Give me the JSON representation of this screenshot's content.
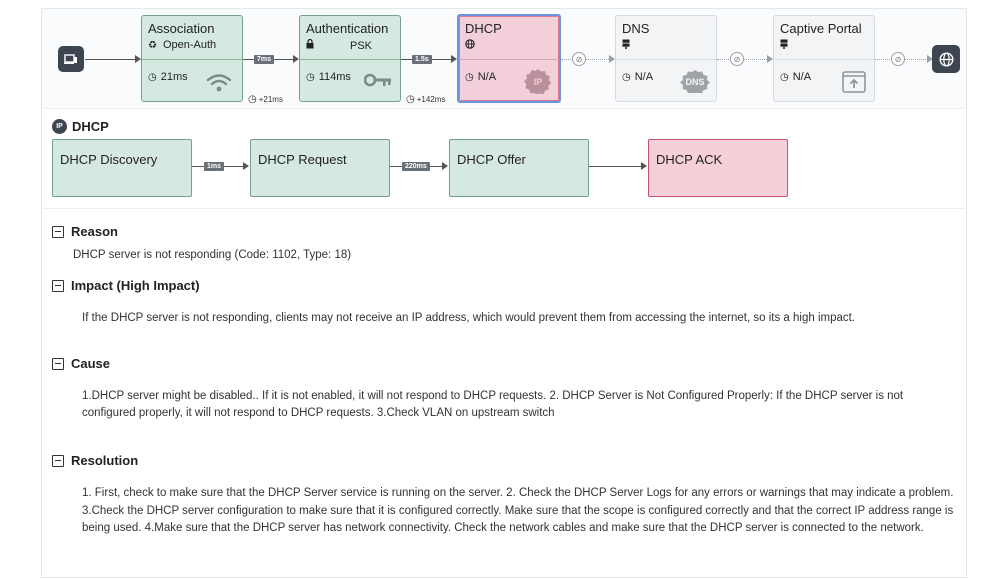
{
  "flow": {
    "stages": [
      {
        "title": "Association",
        "sub_icon": "network-icon",
        "sub_label": "Open-Auth",
        "time": "21ms",
        "status": "passed",
        "icon": "wifi-icon"
      },
      {
        "title": "Authentication",
        "sub_icon": "lock-icon",
        "sub_label": "PSK",
        "time": "114ms",
        "status": "passed",
        "icon": "key-icon"
      },
      {
        "title": "DHCP",
        "sub_icon": "globe-icon",
        "sub_label": "",
        "time": "N/A",
        "status": "failed",
        "icon": "ip-icon",
        "icon_text": "IP"
      },
      {
        "title": "DNS",
        "sub_icon": "server-icon",
        "sub_label": "",
        "time": "N/A",
        "status": "pending",
        "icon": "dns-icon",
        "icon_text": "DNS"
      },
      {
        "title": "Captive Portal",
        "sub_icon": "server-icon",
        "sub_label": "",
        "time": "N/A",
        "status": "pending",
        "icon": "portal-upload-icon"
      }
    ],
    "connector_tags": [
      "7ms",
      "1.5s"
    ],
    "gap_labels": [
      "+21ms",
      "+142ms"
    ]
  },
  "dhcp": {
    "title": "DHCP",
    "badge": "IP",
    "steps": [
      {
        "label": "DHCP Discovery",
        "status": "passed"
      },
      {
        "label": "DHCP Request",
        "status": "passed"
      },
      {
        "label": "DHCP Offer",
        "status": "passed"
      },
      {
        "label": "DHCP ACK",
        "status": "failed"
      }
    ],
    "connector_tags": [
      "1ms",
      "220ms"
    ]
  },
  "details": {
    "reason": {
      "title": "Reason",
      "text": "DHCP server is not responding (Code: 1102, Type: 18)"
    },
    "impact": {
      "title": "Impact (High Impact)",
      "text": "If the DHCP server is not responding, clients may not receive an IP address, which would prevent them from accessing the internet, so its a high impact."
    },
    "cause": {
      "title": "Cause",
      "text": "1.DHCP server might be disabled.. If it is not enabled, it will not respond to DHCP requests. 2. DHCP Server is Not Configured Properly: If the DHCP server is not configured properly, it will not respond to DHCP requests. 3.Check VLAN on upstream switch"
    },
    "resolution": {
      "title": "Resolution",
      "text": "1. First, check to make sure that the DHCP Server service is running on the server. 2. Check the DHCP Server Logs for any errors or warnings that may indicate a problem. 3.Check the DHCP server configuration to make sure that it is configured correctly. Make sure that the scope is configured correctly and that the correct IP address range is being used. 4.Make sure that the DHCP server has network connectivity. Check the network cables and make sure that the DHCP server is connected to the network."
    }
  },
  "colors": {
    "passed_fill": "#d6e9e1",
    "passed_border": "#74a18d",
    "failed_fill": "#f3cfd9",
    "failed_border": "#c95270",
    "selected_outline": "#6f94df",
    "pending_fill": "#f3f4f5"
  }
}
